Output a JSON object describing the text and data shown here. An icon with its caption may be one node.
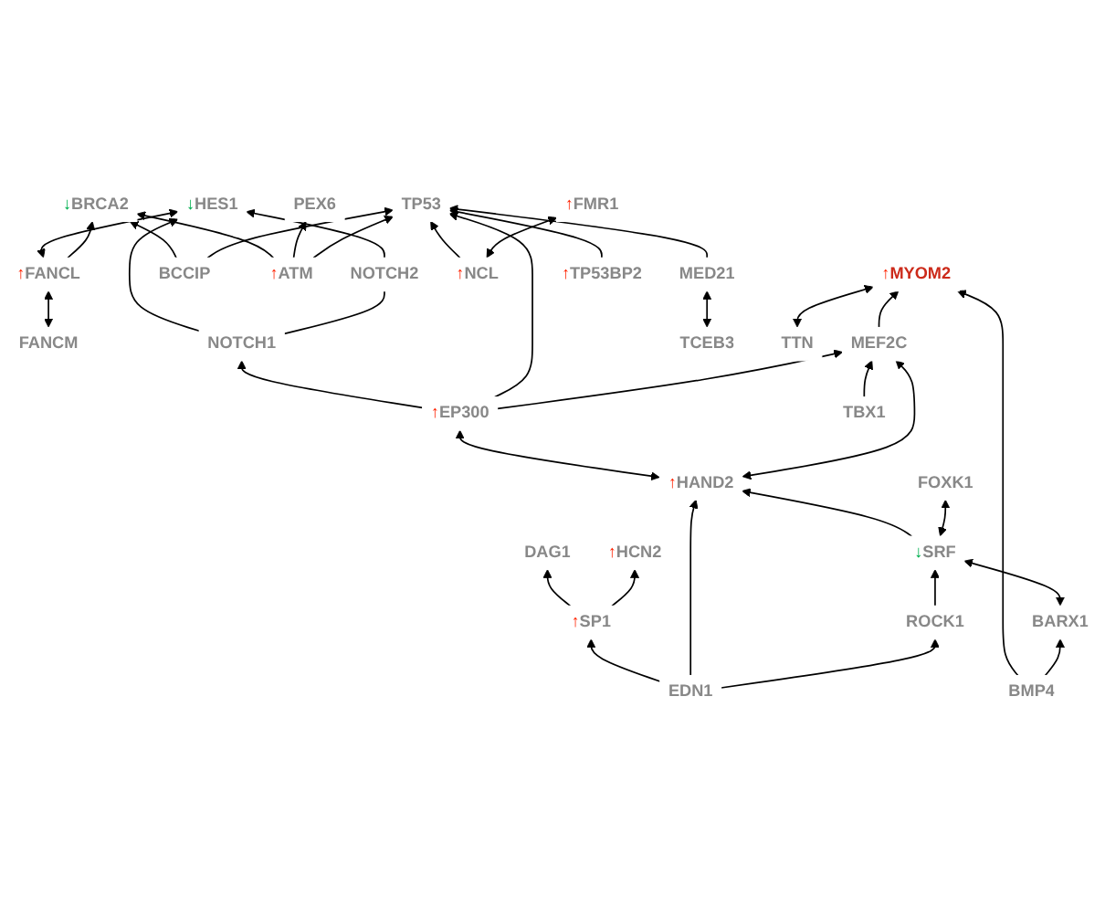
{
  "diagram": {
    "nodes": [
      {
        "text": [
          "FANCM"
        ]
      },
      {
        "text": [
          "↑",
          "FANCL"
        ]
      },
      {
        "text": [
          "↓",
          "HES1"
        ]
      },
      {
        "text": [
          "DAG1"
        ]
      },
      {
        "text": [
          "↑",
          "HCN2"
        ]
      },
      {
        "text": [
          "↓",
          "BRCA2"
        ]
      },
      {
        "text": [
          "PEX6"
        ]
      },
      {
        "text": [
          "NOTCH1"
        ]
      },
      {
        "text": [
          "NOTCH2"
        ]
      },
      {
        "text": [
          "↑",
          "SP1"
        ]
      },
      {
        "text": [
          "BCCIP"
        ]
      },
      {
        "text": [
          "↑",
          "ATM"
        ]
      },
      {
        "text": [
          "↑",
          "EP300"
        ]
      },
      {
        "text": [
          "↑",
          "HAND2"
        ]
      },
      {
        "text": [
          "EDN1"
        ]
      },
      {
        "text": [
          "TCEB3"
        ]
      },
      {
        "text": [
          "TP53"
        ]
      },
      {
        "text": [
          "TTN"
        ]
      },
      {
        "text": [
          "MEF2C"
        ]
      },
      {
        "text": [
          "ROCK1"
        ]
      },
      {
        "text": [
          "MED21"
        ]
      },
      {
        "text": [
          "↑",
          "NCL"
        ]
      },
      {
        "text": [
          "↑",
          "MYOM2"
        ]
      },
      {
        "text": [
          "TBX1"
        ]
      },
      {
        "text": [
          "↓",
          "SRF"
        ]
      },
      {
        "text": [
          "↑",
          "TP53BP2"
        ]
      },
      {
        "text": [
          "↑",
          "FMR1"
        ]
      },
      {
        "text": [
          "BMP4"
        ]
      },
      {
        "text": [
          "BARX1"
        ]
      },
      {
        "text": [
          "FOXK1"
        ]
      }
    ],
    "edges": [
      {
        "from": 0,
        "to": 1,
        "arrow": "both"
      },
      {
        "from": 1,
        "to": 2,
        "arrow": "both"
      },
      {
        "from": 1,
        "to": 5,
        "arrow": "to"
      },
      {
        "from": 7,
        "to": 2,
        "arrow": "to"
      },
      {
        "from": 8,
        "to": 2,
        "arrow": "to"
      },
      {
        "from": 7,
        "to": 8,
        "arrow": "none"
      },
      {
        "from": 9,
        "to": 3,
        "arrow": "to"
      },
      {
        "from": 9,
        "to": 4,
        "arrow": "to"
      },
      {
        "from": 10,
        "to": 5,
        "arrow": "to"
      },
      {
        "from": 11,
        "to": 5,
        "arrow": "to"
      },
      {
        "from": 11,
        "to": 6,
        "arrow": "to"
      },
      {
        "from": 12,
        "to": 7,
        "arrow": "to"
      },
      {
        "from": 14,
        "to": 9,
        "arrow": "to"
      },
      {
        "from": 12,
        "to": 13,
        "arrow": "both"
      },
      {
        "from": 14,
        "to": 13,
        "arrow": "to"
      },
      {
        "from": 10,
        "to": 16,
        "arrow": "to"
      },
      {
        "from": 11,
        "to": 16,
        "arrow": "to"
      },
      {
        "from": 12,
        "to": 16,
        "arrow": "to"
      },
      {
        "from": 12,
        "to": 18,
        "arrow": "to"
      },
      {
        "from": 13,
        "to": 18,
        "arrow": "both"
      },
      {
        "from": 14,
        "to": 19,
        "arrow": "to"
      },
      {
        "from": 24,
        "to": 13,
        "arrow": "to"
      },
      {
        "from": 15,
        "to": 20,
        "arrow": "both"
      },
      {
        "from": 20,
        "to": 16,
        "arrow": "to"
      },
      {
        "from": 21,
        "to": 16,
        "arrow": "to"
      },
      {
        "from": 17,
        "to": 22,
        "arrow": "both"
      },
      {
        "from": 18,
        "to": 22,
        "arrow": "to"
      },
      {
        "from": 23,
        "to": 18,
        "arrow": "to"
      },
      {
        "from": 19,
        "to": 24,
        "arrow": "to"
      },
      {
        "from": 25,
        "to": 16,
        "arrow": "to"
      },
      {
        "from": 21,
        "to": 26,
        "arrow": "both"
      },
      {
        "from": 27,
        "to": 22,
        "arrow": "to"
      },
      {
        "from": 27,
        "to": 28,
        "arrow": "to"
      },
      {
        "from": 28,
        "to": 24,
        "arrow": "both"
      },
      {
        "from": 24,
        "to": 29,
        "arrow": "both"
      }
    ]
  }
}
